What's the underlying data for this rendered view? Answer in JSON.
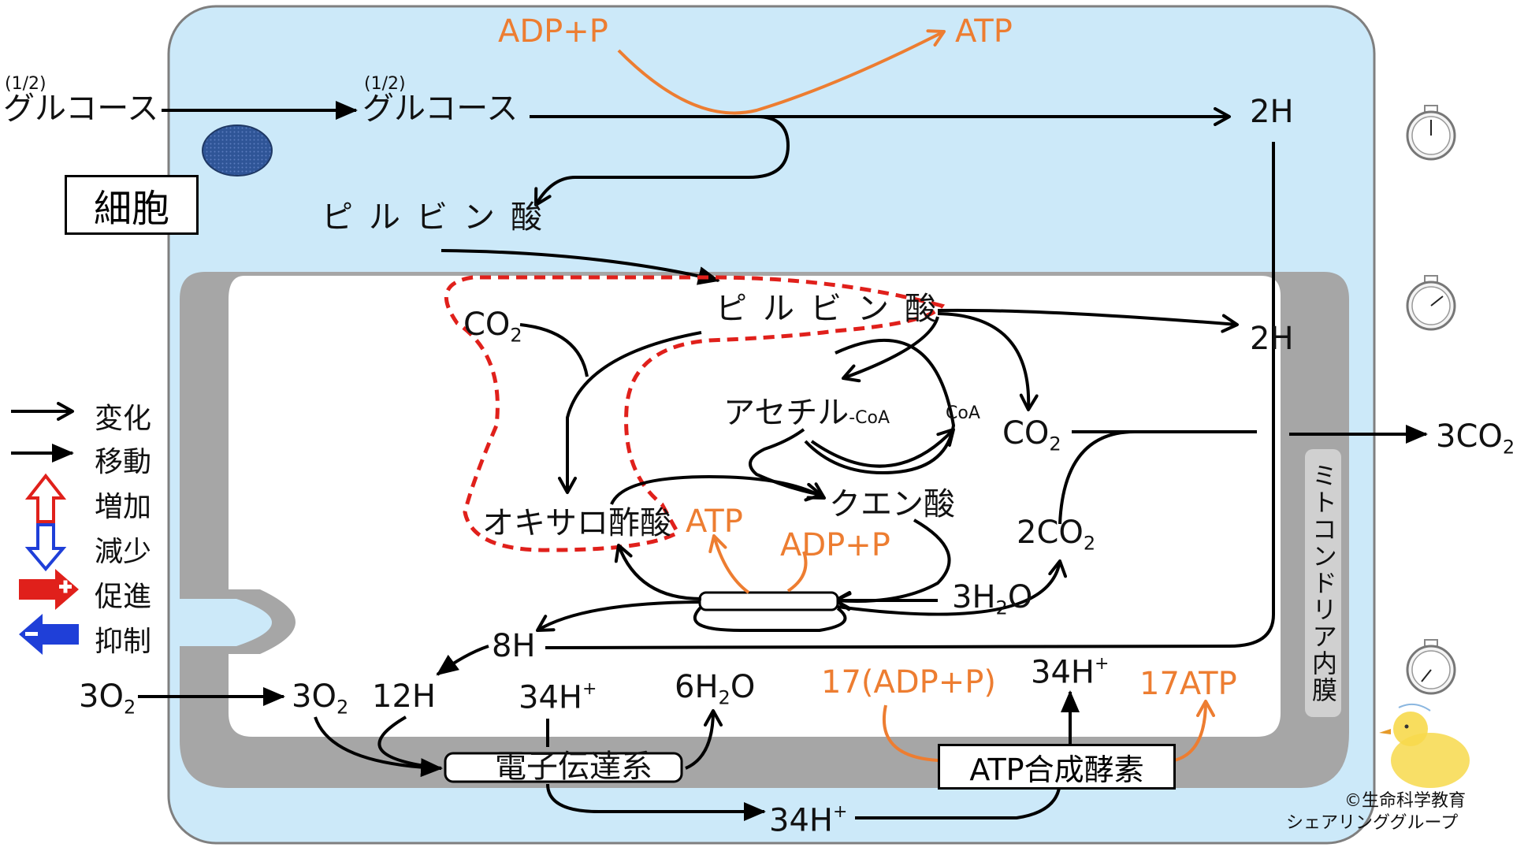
{
  "cell": {
    "label": "細胞",
    "glucose_outer": "グルコース",
    "glucose_outer_note": "(1/2)",
    "glucose_inner": "グルコース",
    "glucose_inner_note": "(1/2)",
    "adp_top": "ADP+P",
    "atp_top": "ATP",
    "h2_top": "2H",
    "pyruvate_cyto": "ピルビン酸"
  },
  "mito": {
    "membrane_label": "ミトコンドリア内膜",
    "pyruvate": "ピルビン酸",
    "h2_mito": "2H",
    "co2_left": "CO",
    "co2_left_sub": "2",
    "acetyl": "アセチル",
    "acetyl_suffix": "-CoA",
    "coa": "CoA",
    "co2_right": "CO",
    "co2_right_sub": "2",
    "co2_out": "3CO",
    "co2_out_sub": "2",
    "oxaloacetate": "オキサロ酢酸",
    "atp_cycle": "ATP",
    "citrate": "クエン酸",
    "adp_cycle": "ADP+P",
    "co2x2": "2CO",
    "co2x2_sub": "2",
    "h2o_3": "3H",
    "h2o_3_sub": "2",
    "h2o_3_tail": "O",
    "h8": "8H",
    "o2_outer": "3O",
    "o2_outer_sub": "2",
    "o2_inner": "3O",
    "o2_inner_sub": "2",
    "h12": "12H",
    "h34_left": "34H",
    "h34_left_sup": "+",
    "h2o_6": "6H",
    "h2o_6_sub": "2",
    "h2o_6_tail": "O",
    "adp17": "17(ADP+P)",
    "h34_right": "34H",
    "h34_right_sup": "+",
    "atp17": "17ATP",
    "etc": "電子伝達系",
    "atp_synthase": "ATP合成酵素",
    "h34_bottom": "34H",
    "h34_bottom_sup": "+"
  },
  "legend": [
    {
      "label": "変化",
      "icon": "open-arrow-icon"
    },
    {
      "label": "移動",
      "icon": "solid-arrow-icon"
    },
    {
      "label": "増加",
      "icon": "up-hollow-red-arrow-icon"
    },
    {
      "label": "減少",
      "icon": "down-hollow-blue-arrow-icon"
    },
    {
      "label": "促進",
      "icon": "red-plus-arrow-icon"
    },
    {
      "label": "抑制",
      "icon": "blue-minus-arrow-icon"
    }
  ],
  "credit": {
    "line1": "©生命科学教育",
    "line2": "シェアリンググループ"
  },
  "colors": {
    "cell_fill": "#CCE9F9",
    "membrane_gray": "#A6A6A6",
    "orange": "#ED7D31",
    "red_dash": "#E0201B",
    "blue": "#1F3FD8",
    "nucleus": "#2F5597"
  }
}
